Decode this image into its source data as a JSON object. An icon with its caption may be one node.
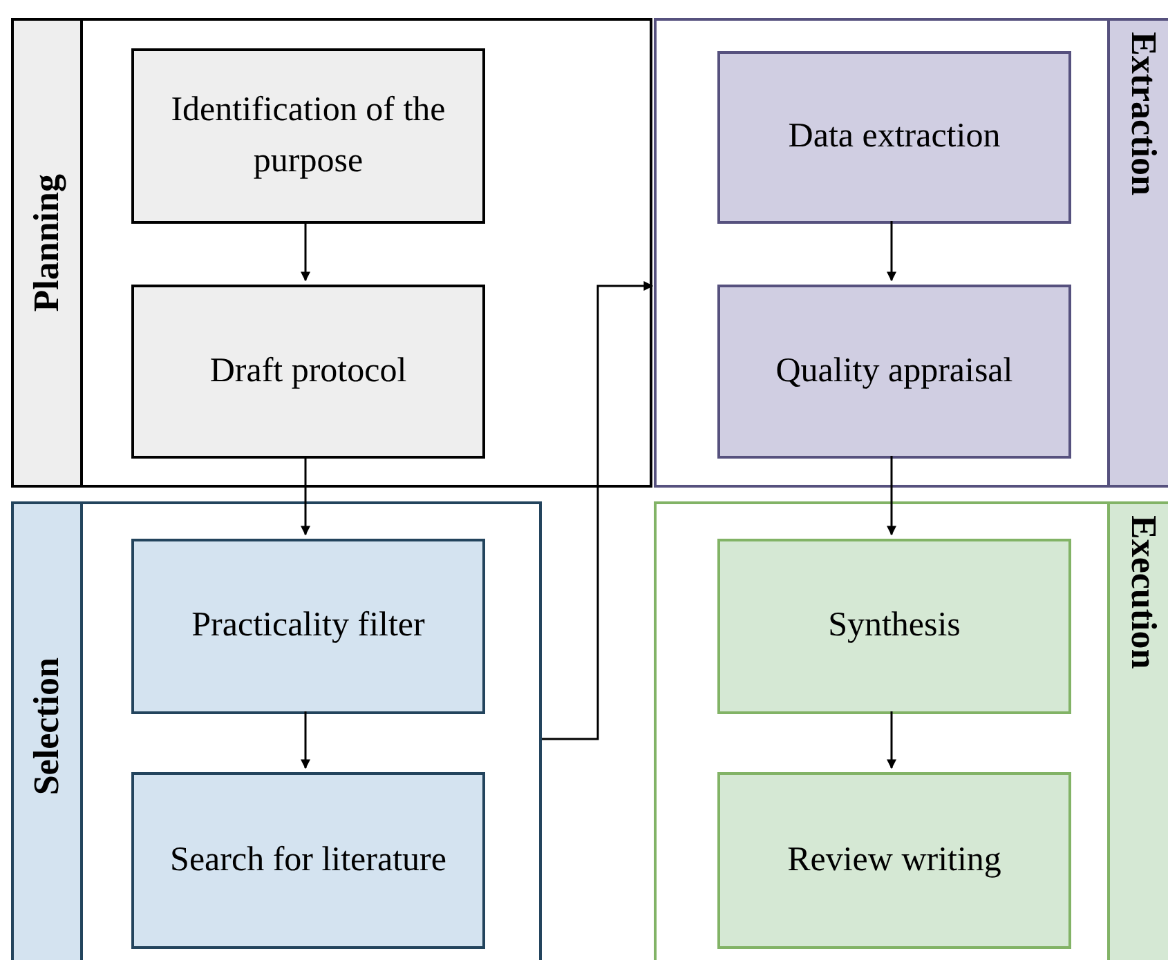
{
  "diagram": {
    "nodes": [
      {
        "text": [
          "Planning"
        ]
      },
      {
        "text": [
          "Identification of the purpose"
        ],
        "in": 0
      },
      {
        "text": [
          "Draft protocol"
        ],
        "in": 0
      },
      {
        "text": [
          "Selection"
        ]
      },
      {
        "text": [
          "Practicality filter"
        ],
        "in": 3
      },
      {
        "text": [
          "Search for literature"
        ],
        "in": 3
      },
      {
        "text": [
          "Extraction"
        ]
      },
      {
        "text": [
          "Data extraction"
        ],
        "in": 6
      },
      {
        "text": [
          "Quality appraisal"
        ],
        "in": 6
      },
      {
        "text": [
          "Execution"
        ]
      },
      {
        "text": [
          "Synthesis"
        ],
        "in": 9
      },
      {
        "text": [
          "Review writing"
        ],
        "in": 9
      }
    ],
    "edges": [
      {
        "from": 1,
        "to": 2,
        "arrow": "to"
      },
      {
        "from": 2,
        "to": 4,
        "arrow": "to"
      },
      {
        "from": 4,
        "to": 5,
        "arrow": "to"
      },
      {
        "from": 3,
        "to": 6,
        "arrow": "to"
      },
      {
        "from": 7,
        "to": 8,
        "arrow": "to"
      },
      {
        "from": 8,
        "to": 10,
        "arrow": "to"
      },
      {
        "from": 10,
        "to": 11,
        "arrow": "to"
      }
    ]
  }
}
